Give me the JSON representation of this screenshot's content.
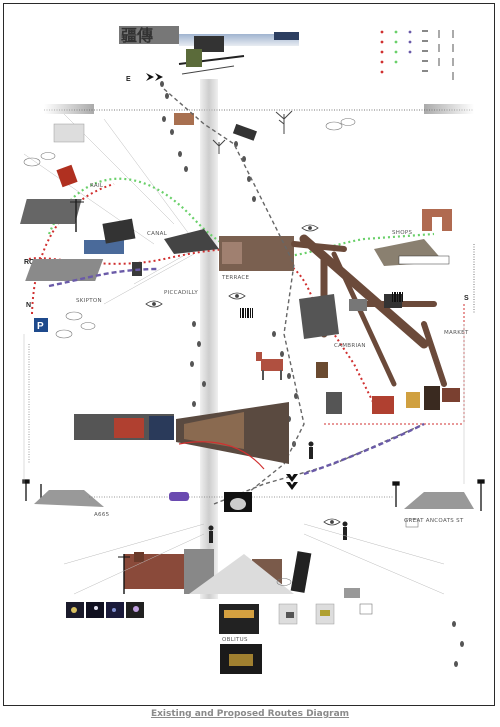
{
  "caption": "Existing and Proposed Routes Diagram",
  "labels": {
    "rail": "RAIL",
    "canal": "CANAL",
    "road": "ROAD",
    "n": "N",
    "e": "E",
    "p": "P",
    "s": "S",
    "a665": "A665",
    "great_ancoats": "GREAT ANCOATS ST",
    "oblitus": "OBLITUS",
    "cambrian": "CAMBRIAN",
    "piccadilly": "PICCADILLY",
    "shops": "SHOPS",
    "terrace": "TERRACE",
    "market": "MARKET",
    "skipton": "SKIPTON"
  },
  "colors": {
    "frame": "#2a2a2a",
    "caption": "#8a8a8a",
    "red_route": "#d03030",
    "green_route": "#6ad06a",
    "footprints": "#555555",
    "purple_route": "#6a5aa8",
    "structure": "#6b4a3a"
  },
  "icons": [
    "train-icon",
    "streetlamp-icon",
    "footprints-icon",
    "eye-icon",
    "arrow-chevron-icon",
    "person-icon",
    "barcode-icon",
    "horse-icon",
    "tunnel-icon",
    "tree-icon"
  ]
}
